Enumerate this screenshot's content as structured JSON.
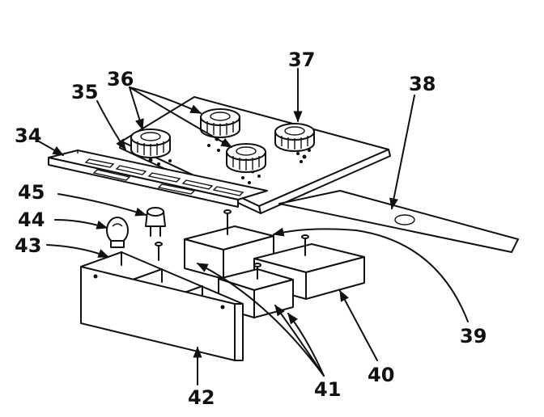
{
  "diagram": {
    "labels": {
      "p34": "34",
      "p35": "35",
      "p36": "36",
      "p37": "37",
      "p38": "38",
      "p39": "39",
      "p40": "40",
      "p41": "41",
      "p42": "42",
      "p43": "43",
      "p44": "44",
      "p45": "45"
    }
  }
}
